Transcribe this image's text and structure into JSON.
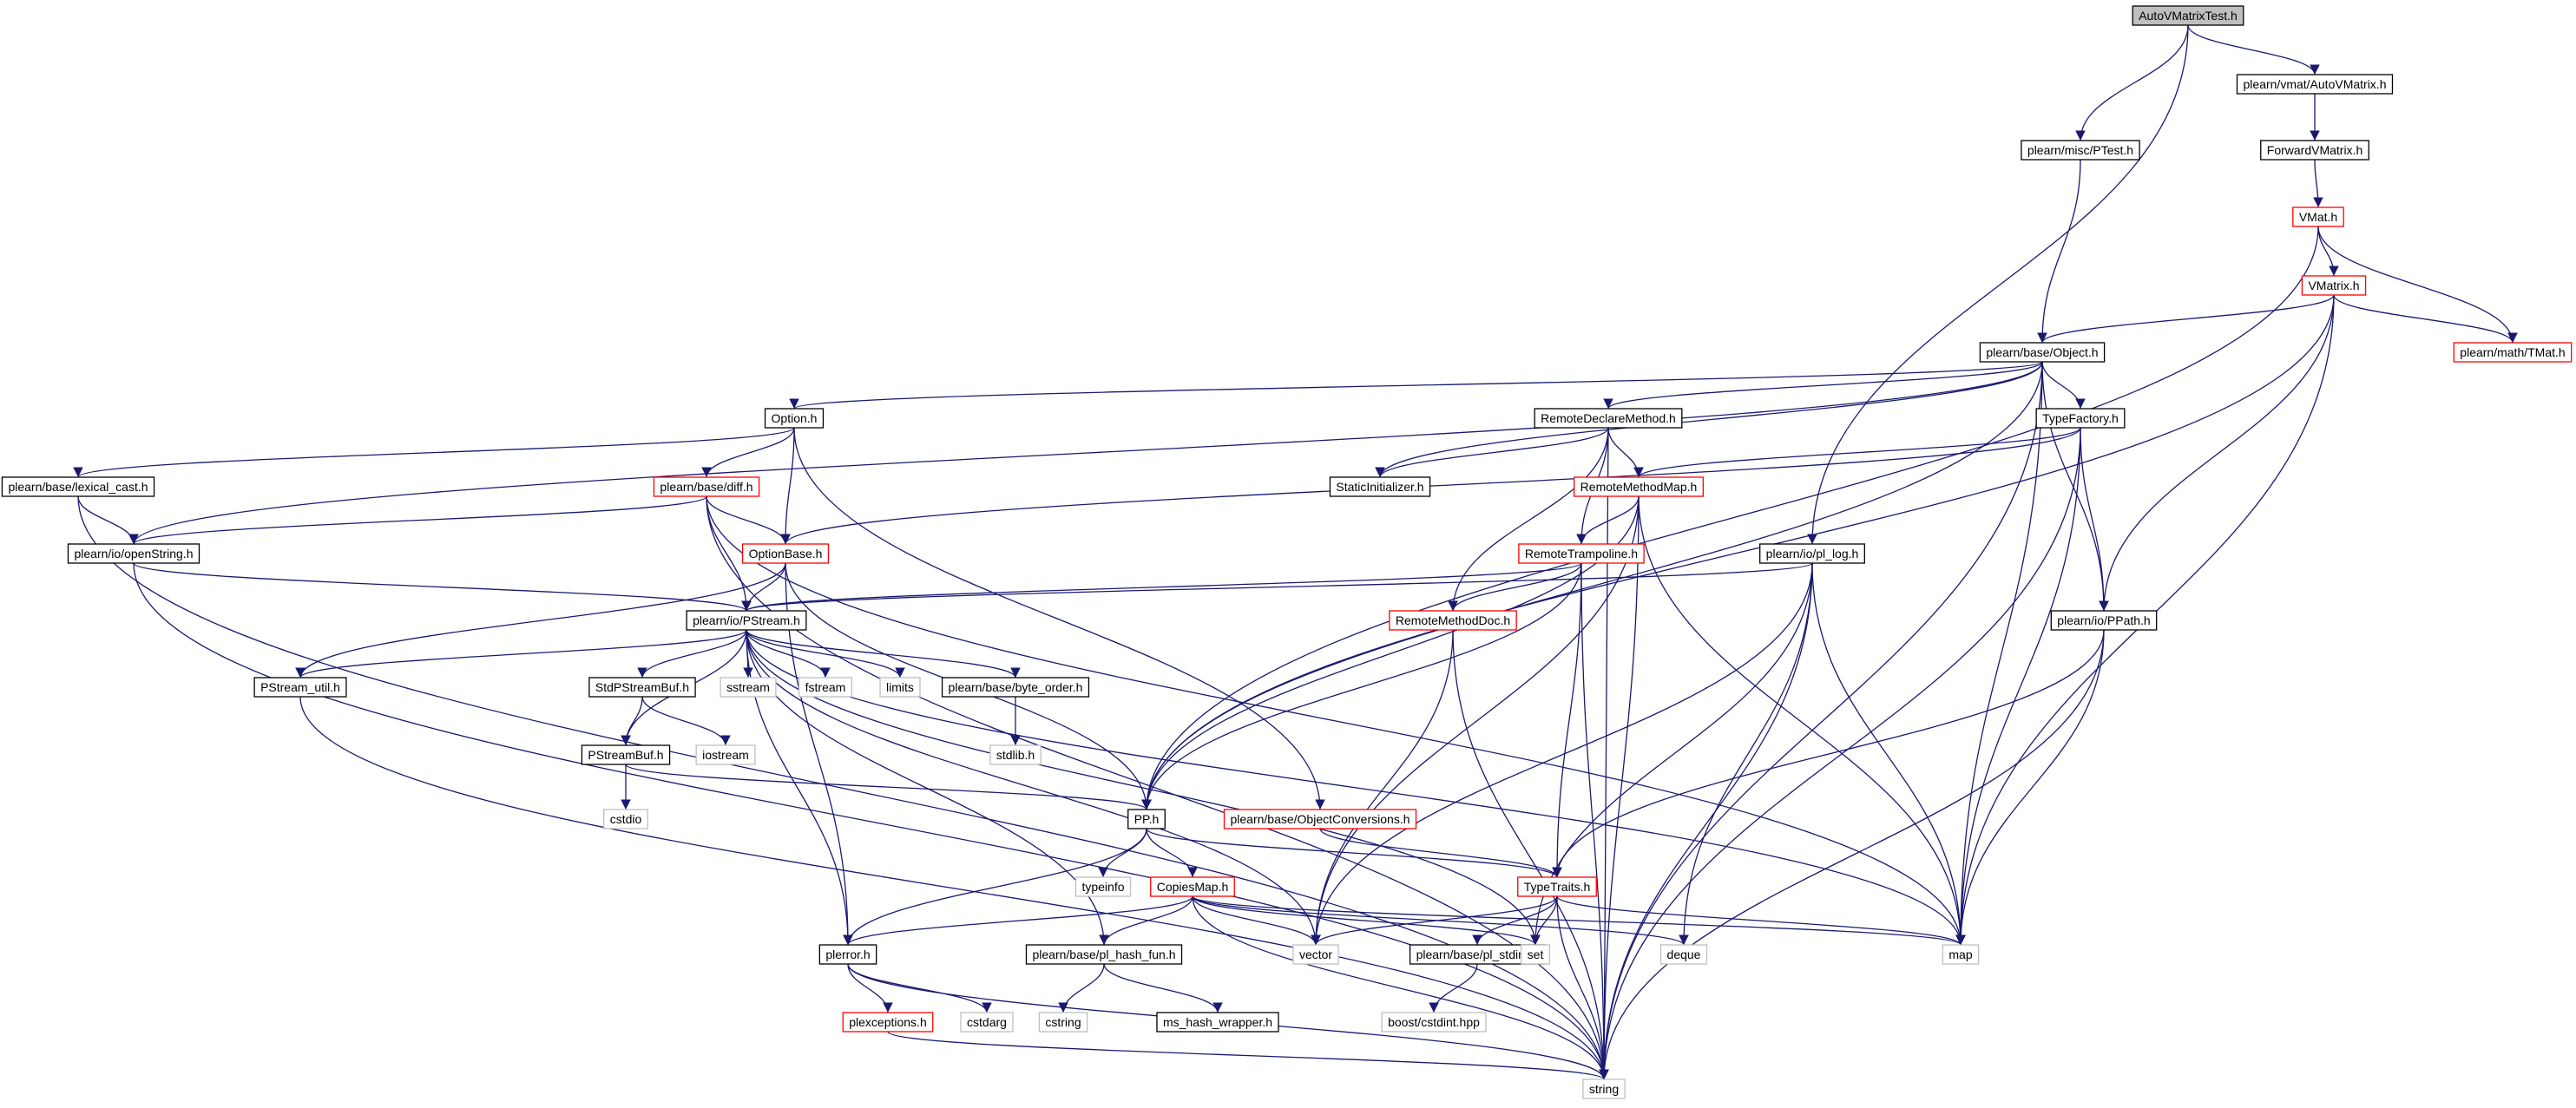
{
  "colors": {
    "edge": "#191970",
    "node_border_default": "#000000",
    "node_border_red": "#ff0000",
    "node_border_gray": "#bfbfbf",
    "root_fill": "#bfbfbf",
    "node_fill": "#ffffff",
    "text": "#000000"
  },
  "nodes": [
    {
      "id": "root",
      "label": "AutoVMatrixTest.h",
      "style": "root"
    },
    {
      "id": "autovmatrix",
      "label": "plearn/vmat/AutoVMatrix.h",
      "style": "black"
    },
    {
      "id": "ptest",
      "label": "plearn/misc/PTest.h",
      "style": "black"
    },
    {
      "id": "forwardvmatrix",
      "label": "ForwardVMatrix.h",
      "style": "black"
    },
    {
      "id": "vmat",
      "label": "VMat.h",
      "style": "red"
    },
    {
      "id": "vmatrix",
      "label": "VMatrix.h",
      "style": "red"
    },
    {
      "id": "tmat",
      "label": "plearn/math/TMat.h",
      "style": "red"
    },
    {
      "id": "object",
      "label": "plearn/base/Object.h",
      "style": "black"
    },
    {
      "id": "option",
      "label": "Option.h",
      "style": "black"
    },
    {
      "id": "remotedeclare",
      "label": "RemoteDeclareMethod.h",
      "style": "black"
    },
    {
      "id": "typefactory",
      "label": "TypeFactory.h",
      "style": "black"
    },
    {
      "id": "lexicalcast",
      "label": "plearn/base/lexical_cast.h",
      "style": "black"
    },
    {
      "id": "diff",
      "label": "plearn/base/diff.h",
      "style": "red"
    },
    {
      "id": "staticinit",
      "label": "StaticInitializer.h",
      "style": "black"
    },
    {
      "id": "remotemethodmap",
      "label": "RemoteMethodMap.h",
      "style": "red"
    },
    {
      "id": "openstring",
      "label": "plearn/io/openString.h",
      "style": "black"
    },
    {
      "id": "optionbase",
      "label": "OptionBase.h",
      "style": "red"
    },
    {
      "id": "remotetrampoline",
      "label": "RemoteTrampoline.h",
      "style": "red"
    },
    {
      "id": "pllog",
      "label": "plearn/io/pl_log.h",
      "style": "black"
    },
    {
      "id": "pstream",
      "label": "plearn/io/PStream.h",
      "style": "black"
    },
    {
      "id": "remotemethoddoc",
      "label": "RemoteMethodDoc.h",
      "style": "red"
    },
    {
      "id": "ppath",
      "label": "plearn/io/PPath.h",
      "style": "black"
    },
    {
      "id": "pstreamutil",
      "label": "PStream_util.h",
      "style": "black"
    },
    {
      "id": "stdpstreambuf",
      "label": "StdPStreamBuf.h",
      "style": "black"
    },
    {
      "id": "sstream",
      "label": "sstream",
      "style": "gray"
    },
    {
      "id": "fstream",
      "label": "fstream",
      "style": "gray"
    },
    {
      "id": "limits",
      "label": "limits",
      "style": "gray"
    },
    {
      "id": "byteorder",
      "label": "plearn/base/byte_order.h",
      "style": "black"
    },
    {
      "id": "iostream",
      "label": "iostream",
      "style": "gray"
    },
    {
      "id": "pstreambuf",
      "label": "PStreamBuf.h",
      "style": "black"
    },
    {
      "id": "stdlib",
      "label": "stdlib.h",
      "style": "gray"
    },
    {
      "id": "cstdio",
      "label": "cstdio",
      "style": "gray"
    },
    {
      "id": "pp",
      "label": "PP.h",
      "style": "black"
    },
    {
      "id": "objectconversions",
      "label": "plearn/base/ObjectConversions.h",
      "style": "red"
    },
    {
      "id": "typeinfo",
      "label": "typeinfo",
      "style": "gray"
    },
    {
      "id": "copiesmap",
      "label": "CopiesMap.h",
      "style": "red"
    },
    {
      "id": "typetraits",
      "label": "TypeTraits.h",
      "style": "red"
    },
    {
      "id": "plerror",
      "label": "plerror.h",
      "style": "black"
    },
    {
      "id": "plhashfun",
      "label": "plearn/base/pl_hash_fun.h",
      "style": "black"
    },
    {
      "id": "vector",
      "label": "vector",
      "style": "gray"
    },
    {
      "id": "plstdint",
      "label": "plearn/base/pl_stdint.h",
      "style": "black"
    },
    {
      "id": "set",
      "label": "set",
      "style": "gray"
    },
    {
      "id": "deque",
      "label": "deque",
      "style": "gray"
    },
    {
      "id": "map",
      "label": "map",
      "style": "gray"
    },
    {
      "id": "plexceptions",
      "label": "plexceptions.h",
      "style": "red"
    },
    {
      "id": "cstdarg",
      "label": "cstdarg",
      "style": "gray"
    },
    {
      "id": "cstring",
      "label": "cstring",
      "style": "gray"
    },
    {
      "id": "mshash",
      "label": "ms_hash_wrapper.h",
      "style": "black"
    },
    {
      "id": "boostcstdint",
      "label": "boost/cstdint.hpp",
      "style": "gray"
    },
    {
      "id": "string",
      "label": "string",
      "style": "gray"
    }
  ],
  "edges": [
    [
      "root",
      "ptest"
    ],
    [
      "root",
      "autovmatrix"
    ],
    [
      "root",
      "pllog"
    ],
    [
      "autovmatrix",
      "forwardvmatrix"
    ],
    [
      "forwardvmatrix",
      "vmat"
    ],
    [
      "vmat",
      "vmatrix"
    ],
    [
      "vmat",
      "tmat"
    ],
    [
      "vmat",
      "pp"
    ],
    [
      "vmatrix",
      "object"
    ],
    [
      "vmatrix",
      "tmat"
    ],
    [
      "vmatrix",
      "ppath"
    ],
    [
      "vmatrix",
      "map"
    ],
    [
      "vmatrix",
      "pp"
    ],
    [
      "ptest",
      "object"
    ],
    [
      "object",
      "option"
    ],
    [
      "object",
      "remotedeclare"
    ],
    [
      "object",
      "typefactory"
    ],
    [
      "object",
      "staticinit"
    ],
    [
      "object",
      "openstring"
    ],
    [
      "object",
      "pp"
    ],
    [
      "object",
      "ppath"
    ],
    [
      "object",
      "map"
    ],
    [
      "object",
      "string"
    ],
    [
      "option",
      "lexicalcast"
    ],
    [
      "option",
      "diff"
    ],
    [
      "option",
      "optionbase"
    ],
    [
      "option",
      "objectconversions"
    ],
    [
      "remotedeclare",
      "staticinit"
    ],
    [
      "remotedeclare",
      "remotemethodmap"
    ],
    [
      "remotedeclare",
      "remotetrampoline"
    ],
    [
      "remotedeclare",
      "remotemethoddoc"
    ],
    [
      "remotedeclare",
      "string"
    ],
    [
      "typefactory",
      "remotemethodmap"
    ],
    [
      "typefactory",
      "optionbase"
    ],
    [
      "typefactory",
      "ppath"
    ],
    [
      "typefactory",
      "map"
    ],
    [
      "typefactory",
      "string"
    ],
    [
      "lexicalcast",
      "openstring"
    ],
    [
      "lexicalcast",
      "string"
    ],
    [
      "diff",
      "openstring"
    ],
    [
      "diff",
      "optionbase"
    ],
    [
      "diff",
      "pstream"
    ],
    [
      "diff",
      "map"
    ],
    [
      "diff",
      "string"
    ],
    [
      "remotemethodmap",
      "remotetrampoline"
    ],
    [
      "remotemethodmap",
      "pp"
    ],
    [
      "remotemethodmap",
      "vector"
    ],
    [
      "remotemethodmap",
      "map"
    ],
    [
      "remotemethodmap",
      "string"
    ],
    [
      "openstring",
      "pstream"
    ],
    [
      "openstring",
      "string"
    ],
    [
      "optionbase",
      "pstream"
    ],
    [
      "optionbase",
      "pstreamutil"
    ],
    [
      "optionbase",
      "pp"
    ],
    [
      "optionbase",
      "plerror"
    ],
    [
      "remotetrampoline",
      "pstream"
    ],
    [
      "remotetrampoline",
      "remotemethoddoc"
    ],
    [
      "remotetrampoline",
      "pp"
    ],
    [
      "remotetrampoline",
      "typetraits"
    ],
    [
      "remotetrampoline",
      "string"
    ],
    [
      "pllog",
      "pstream"
    ],
    [
      "pllog",
      "vector"
    ],
    [
      "pllog",
      "set"
    ],
    [
      "pllog",
      "deque"
    ],
    [
      "pllog",
      "map"
    ],
    [
      "pllog",
      "string"
    ],
    [
      "pstream",
      "pstreamutil"
    ],
    [
      "pstream",
      "stdpstreambuf"
    ],
    [
      "pstream",
      "sstream"
    ],
    [
      "pstream",
      "fstream"
    ],
    [
      "pstream",
      "limits"
    ],
    [
      "pstream",
      "byteorder"
    ],
    [
      "pstream",
      "pstreambuf"
    ],
    [
      "pstream",
      "plerror"
    ],
    [
      "pstream",
      "plhashfun"
    ],
    [
      "pstream",
      "vector"
    ],
    [
      "pstream",
      "set"
    ],
    [
      "pstream",
      "map"
    ],
    [
      "remotemethoddoc",
      "vector"
    ],
    [
      "remotemethoddoc",
      "string"
    ],
    [
      "ppath",
      "typetraits"
    ],
    [
      "ppath",
      "map"
    ],
    [
      "ppath",
      "string"
    ],
    [
      "pstreamutil",
      "string"
    ],
    [
      "stdpstreambuf",
      "iostream"
    ],
    [
      "stdpstreambuf",
      "pstreambuf"
    ],
    [
      "byteorder",
      "stdlib"
    ],
    [
      "pstreambuf",
      "cstdio"
    ],
    [
      "pstreambuf",
      "pp"
    ],
    [
      "pp",
      "typeinfo"
    ],
    [
      "pp",
      "copiesmap"
    ],
    [
      "pp",
      "plerror"
    ],
    [
      "pp",
      "typetraits"
    ],
    [
      "objectconversions",
      "typetraits"
    ],
    [
      "copiesmap",
      "plerror"
    ],
    [
      "copiesmap",
      "plhashfun"
    ],
    [
      "copiesmap",
      "vector"
    ],
    [
      "copiesmap",
      "set"
    ],
    [
      "copiesmap",
      "deque"
    ],
    [
      "copiesmap",
      "map"
    ],
    [
      "copiesmap",
      "string"
    ],
    [
      "typetraits",
      "vector"
    ],
    [
      "typetraits",
      "plstdint"
    ],
    [
      "typetraits",
      "set"
    ],
    [
      "typetraits",
      "map"
    ],
    [
      "typetraits",
      "string"
    ],
    [
      "plerror",
      "plexceptions"
    ],
    [
      "plerror",
      "cstdarg"
    ],
    [
      "plerror",
      "string"
    ],
    [
      "plhashfun",
      "cstring"
    ],
    [
      "plhashfun",
      "mshash"
    ],
    [
      "plstdint",
      "boostcstdint"
    ],
    [
      "plexceptions",
      "string"
    ]
  ]
}
